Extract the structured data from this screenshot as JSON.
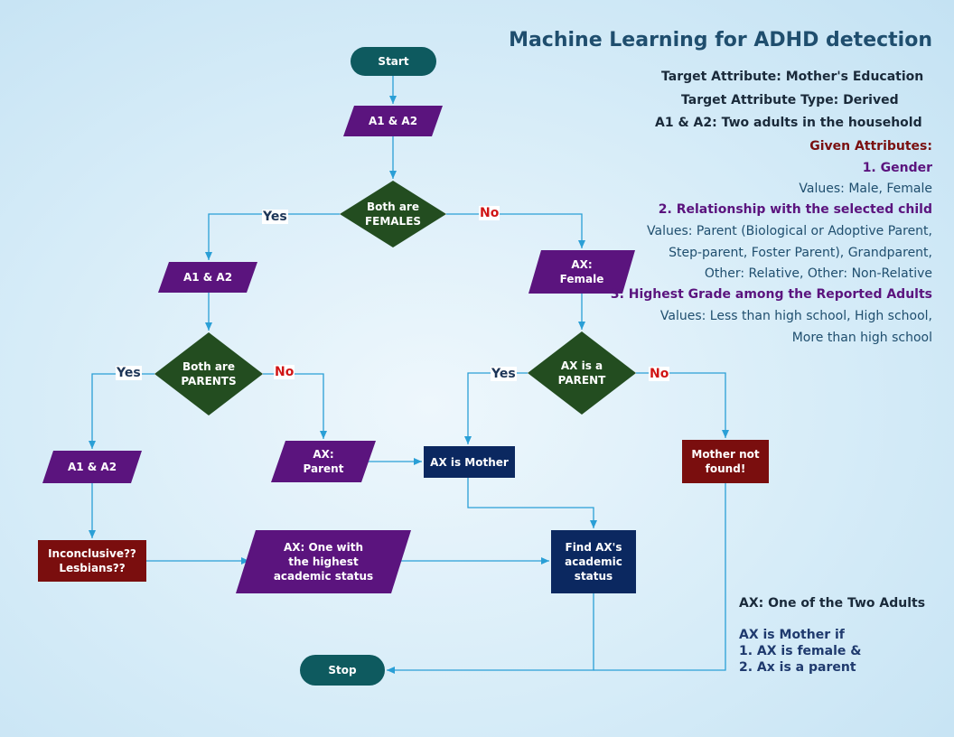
{
  "title": "Machine Learning for ADHD detection",
  "colors": {
    "terminal": "#0e5a5f",
    "io": "#5b147e",
    "decision": "#234d20",
    "process": "#0b2860",
    "alert": "#7a0e0e",
    "edge": "#2a9fd6"
  },
  "nodes": {
    "start": "Start",
    "io_top": "A1 & A2",
    "dec_females": "Both are\nFEMALES",
    "io_left": "A1 & A2",
    "io_ax_female": "AX:\nFemale",
    "dec_parents": "Both are\nPARENTS",
    "dec_ax_parent": "AX is a\nPARENT",
    "io_left_bottom": "A1 & A2",
    "io_ax_parent": "AX:\nParent",
    "proc_mother": "AX is Mother",
    "alert_not_found": "Mother not\nfound!",
    "alert_inconclusive": "Inconclusive??\nLesbians??",
    "io_highest": "AX: One with\nthe highest\nacademic status",
    "proc_find": "Find AX's\nacademic\nstatus",
    "stop": "Stop"
  },
  "edge_labels": {
    "yes1": "Yes",
    "no1": "No",
    "yes2": "Yes",
    "no2": "No",
    "yes3": "Yes",
    "no3": "No"
  },
  "info": {
    "target": "Target Attribute: Mother's Education",
    "target_type": "Target Attribute Type: Derived",
    "a1a2": "A1 & A2:  Two adults in the household",
    "given": "Given Attributes:",
    "gender": "1. Gender",
    "gender_values": "Values: Male, Female",
    "relationship": "2. Relationship with the selected child",
    "rel_values_1": "Values: Parent (Biological or Adoptive Parent,",
    "rel_values_2": "Step-parent, Foster Parent), Grandparent,",
    "rel_values_3": "Other: Relative, Other: Non-Relative",
    "grade": "3. Highest Grade among the Reported Adults",
    "grade_values_1": "Values: Less than high school, High school,",
    "grade_values_2": "More than high school"
  },
  "notes": {
    "ax_def": "AX: One of the Two Adults",
    "mother_if": "AX is Mother if",
    "cond1": "1. AX is female &",
    "cond2": "2. Ax is a parent"
  }
}
